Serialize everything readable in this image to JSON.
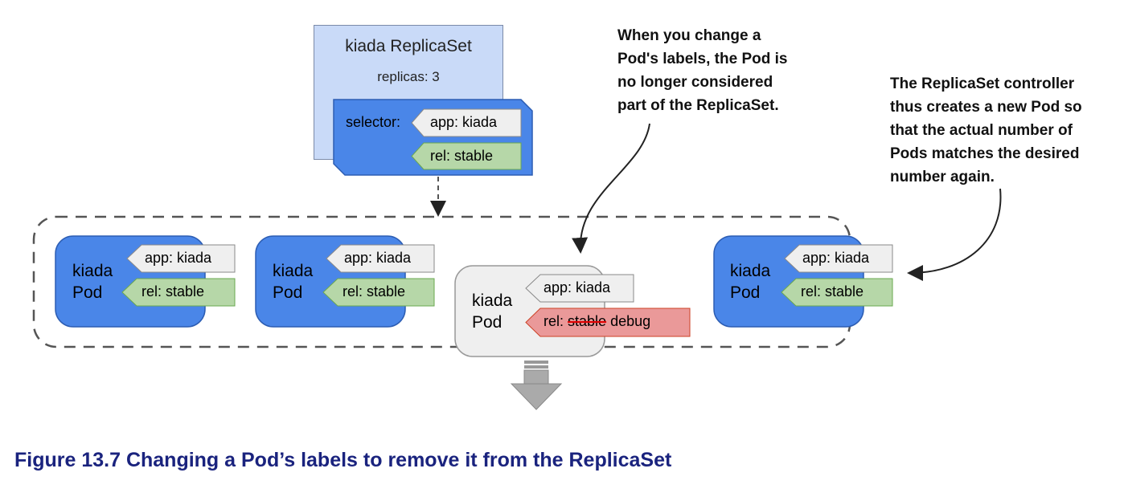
{
  "replicaset": {
    "title": "kiada ReplicaSet",
    "replicas": "replicas: 3",
    "selector_label": "selector:",
    "selector_app": "app: kiada",
    "selector_rel": "rel: stable"
  },
  "pods": [
    {
      "name_line1": "kiada",
      "name_line2": "Pod",
      "app": "app: kiada",
      "rel": "rel: stable"
    },
    {
      "name_line1": "kiada",
      "name_line2": "Pod",
      "app": "app: kiada",
      "rel": "rel: stable"
    },
    {
      "name_line1": "kiada",
      "name_line2": "Pod",
      "app": "app: kiada",
      "rel_prefix": "rel:",
      "rel_old": "stable",
      "rel_new": "debug"
    },
    {
      "name_line1": "kiada",
      "name_line2": "Pod",
      "app": "app: kiada",
      "rel": "rel: stable"
    }
  ],
  "annotations": {
    "left": [
      "When you change a",
      "Pod's labels, the Pod is",
      "no longer considered",
      "part of the ReplicaSet."
    ],
    "right": [
      "The ReplicaSet controller",
      "thus creates a new Pod so",
      "that the actual number of",
      "Pods matches the desired",
      "number again."
    ]
  },
  "caption": "Figure 13.7 Changing a Pod’s labels to remove it from the ReplicaSet",
  "colors": {
    "replicaset_bg": "#c9daf8",
    "pod_blue": "#4a86e8",
    "label_gray": "#efefef",
    "label_green": "#b6d7a8",
    "label_red": "#ea9999",
    "removed_pod_bg": "#efefef",
    "caption": "#1a237e"
  }
}
